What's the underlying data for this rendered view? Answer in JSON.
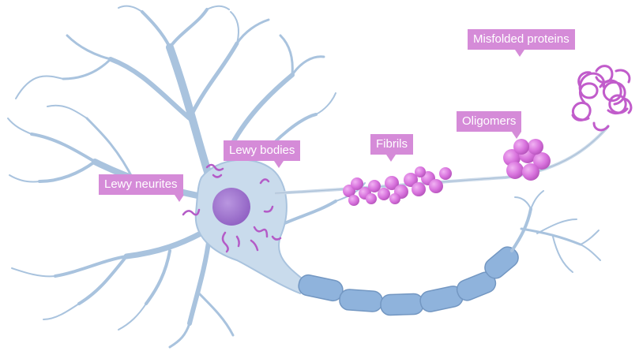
{
  "labels": {
    "misfolded_proteins": "Misfolded proteins",
    "oligomers": "Oligomers",
    "fibrils": "Fibrils",
    "lewy_bodies": "Lewy bodies",
    "lewy_neurites": "Lewy neurites"
  },
  "colors": {
    "neuron_fill": "#c9dbec",
    "neuron_stroke": "#9fbcd8",
    "myelin": "#8fb3dc",
    "nucleus": "#a77fd0",
    "protein": "#d872dd",
    "label_bg": "#d58bd8"
  }
}
